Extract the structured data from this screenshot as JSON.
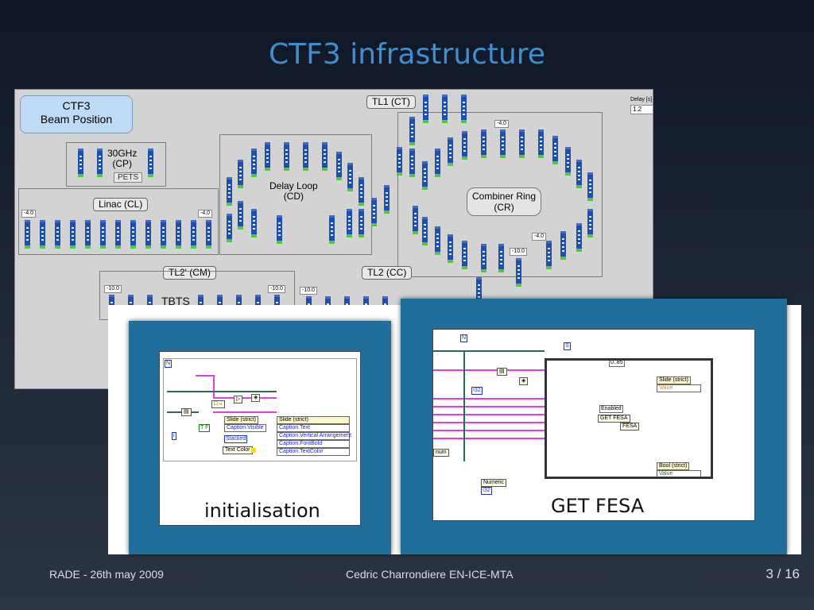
{
  "slide": {
    "title": "CTF3 infrastructure",
    "footer_left": "RADE - 26th may 2009",
    "footer_center": "Cedric Charrondiere EN-ICE-MTA",
    "page": "3 / 16"
  },
  "panel": {
    "tag_line1": "CTF3",
    "tag_line2": "Beam Position",
    "cp_label_1": "30GHz",
    "cp_label_2": "(CP)",
    "pets": "PETS",
    "linac": "Linac (CL)",
    "delay_loop_1": "Delay Loop",
    "delay_loop_2": "(CD)",
    "combiner_1": "Combiner Ring",
    "combiner_2": "(CR)",
    "tl1": "TL1 (CT)",
    "tl2p": "TL2' (CM)",
    "tl2": "TL2 (CC)",
    "tbts": "TBTS",
    "delay_label": "Delay [s]",
    "delay_value": "1.2",
    "scale_neg4": "-4.0",
    "scale_neg10": "-10.0"
  },
  "left_diagram": {
    "caption": "initialisation",
    "slide_node": "Slide (strict)",
    "caption_visible": "Caption.Visible",
    "stacked": "Stacked",
    "text_color": "Text Color",
    "prop_header": "Slide (strict)",
    "props": [
      "Caption.Text",
      "Caption.Vertical Arrangement",
      "Caption.FontBold",
      "Caption.TextColor"
    ],
    "tf": "T F"
  },
  "right_diagram": {
    "caption": "GET FESA",
    "range": "0..85",
    "enabled": "Enabled",
    "slide_node": "Slide (strict)",
    "value1": "Value",
    "bool_node": "Bool (strict)",
    "value2": "Value",
    "numeric": "Numeric",
    "i32": "I32",
    "get_label": "GET",
    "fesa": "FESA",
    "num": "num"
  }
}
